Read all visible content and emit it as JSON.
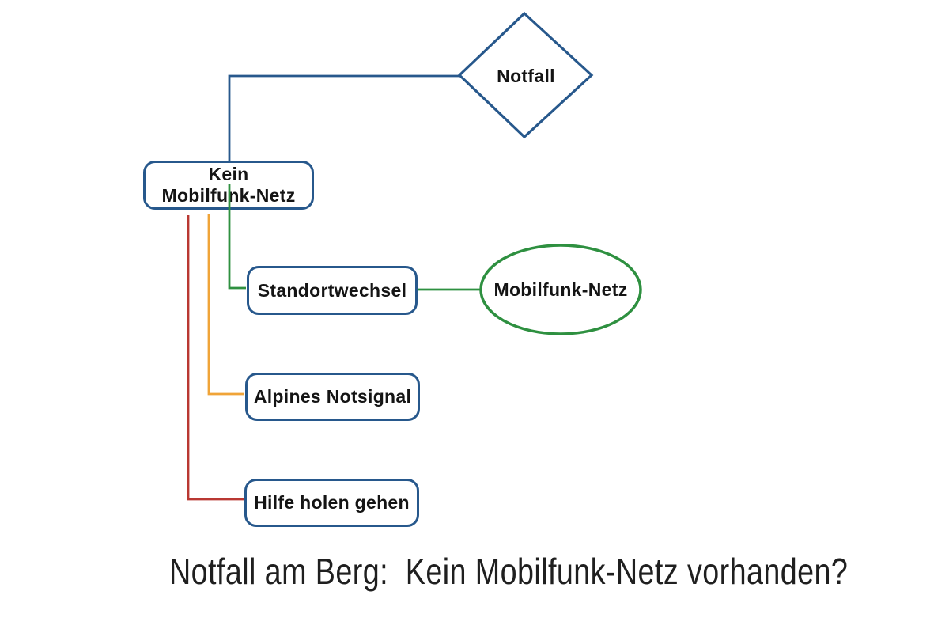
{
  "diagram": {
    "caption": "Notfall am Berg:  Kein Mobilfunk-Netz vorhanden?",
    "nodes": {
      "notfall": {
        "label": "Notfall",
        "shape": "diamond"
      },
      "kein_netz": {
        "label": "Kein\nMobilfunk-Netz",
        "shape": "rounded-rect"
      },
      "standortwechsel": {
        "label": "Standortwechsel",
        "shape": "rounded-rect"
      },
      "mobilfunk_netz": {
        "label": "Mobilfunk-Netz",
        "shape": "ellipse"
      },
      "alpines_notsignal": {
        "label": "Alpines Notsignal",
        "shape": "rounded-rect"
      },
      "hilfe_holen": {
        "label": "Hilfe holen gehen",
        "shape": "rounded-rect"
      }
    },
    "edges": [
      {
        "from": "notfall",
        "to": "kein_netz",
        "color_name": "blue"
      },
      {
        "from": "kein_netz",
        "to": "standortwechsel",
        "color_name": "green"
      },
      {
        "from": "standortwechsel",
        "to": "mobilfunk_netz",
        "color_name": "green"
      },
      {
        "from": "kein_netz",
        "to": "alpines_notsignal",
        "color_name": "orange"
      },
      {
        "from": "kein_netz",
        "to": "hilfe_holen",
        "color_name": "red"
      }
    ],
    "colors": {
      "blue": "#27588c",
      "green": "#2e9040",
      "orange": "#f0a438",
      "red": "#b93832",
      "text": "#141414",
      "background": "#ffffff"
    }
  }
}
